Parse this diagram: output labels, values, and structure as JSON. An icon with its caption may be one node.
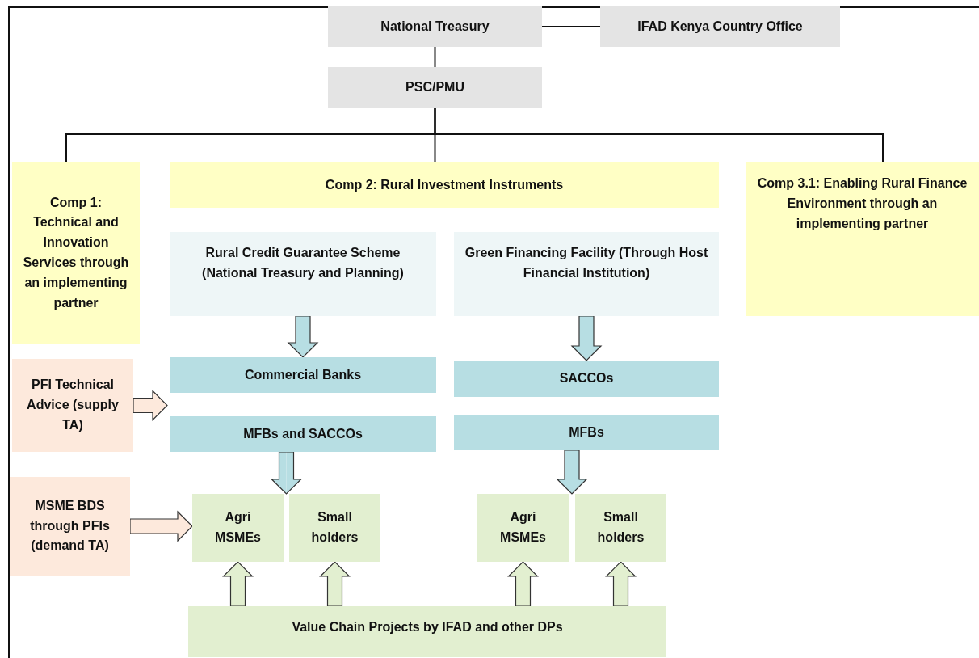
{
  "diagram": {
    "nodes": [
      {
        "text": [
          "National Treasury"
        ]
      },
      {
        "text": [
          "IFAD Kenya Country Office"
        ]
      },
      {
        "text": [
          "PSC/PMU"
        ]
      },
      {
        "text": [
          "Comp 1: Technical and Innovation Services through an implementing partner"
        ]
      },
      {
        "text": [
          "Comp 2: Rural Investment Instruments"
        ]
      },
      {
        "text": [
          "Comp 3.1: Enabling Rural Finance Environment through an implementing partner"
        ]
      },
      {
        "text": [
          "Rural Credit Guarantee Scheme (National Treasury and Planning)"
        ]
      },
      {
        "text": [
          "Green Financing Facility (Through Host Financial Institution)"
        ]
      },
      {
        "text": [
          "Commercial Banks"
        ]
      },
      {
        "text": [
          "MFBs and SACCOs"
        ]
      },
      {
        "text": [
          "SACCOs"
        ]
      },
      {
        "text": [
          "MFBs"
        ]
      },
      {
        "text": [
          "PFI Technical Advice (supply TA)"
        ]
      },
      {
        "text": [
          "MSME BDS through PFIs (demand TA)"
        ]
      },
      {
        "text": [
          "Agri MSMEs"
        ]
      },
      {
        "text": [
          "Small holders"
        ]
      },
      {
        "text": [
          "Agri MSMEs"
        ]
      },
      {
        "text": [
          "Small holders"
        ]
      },
      {
        "text": [
          "Value Chain Projects by IFAD and other DPs"
        ]
      }
    ],
    "edges": [
      {
        "from": 0,
        "to": 1,
        "arrow": "none"
      },
      {
        "from": 0,
        "to": 2,
        "arrow": "none"
      },
      {
        "from": 2,
        "to": 3,
        "arrow": "none"
      },
      {
        "from": 2,
        "to": 4,
        "arrow": "none"
      },
      {
        "from": 2,
        "to": 5,
        "arrow": "none"
      },
      {
        "from": 6,
        "to": 8,
        "arrow": "to",
        "style": "thick",
        "color": "#b7dee3"
      },
      {
        "from": 7,
        "to": 10,
        "arrow": "to",
        "style": "thick",
        "color": "#b7dee3"
      },
      {
        "from": 9,
        "to": 14,
        "arrow": "to",
        "style": "thick",
        "color": "#b7dee3"
      },
      {
        "from": 9,
        "to": 15,
        "arrow": "to",
        "style": "thick",
        "color": "#b7dee3"
      },
      {
        "from": 11,
        "to": 16,
        "arrow": "to",
        "style": "thick",
        "color": "#b7dee3"
      },
      {
        "from": 11,
        "to": 17,
        "arrow": "to",
        "style": "thick",
        "color": "#b7dee3"
      },
      {
        "from": 12,
        "to": null,
        "arrow": "to",
        "style": "thick",
        "color": "#fde9dc"
      },
      {
        "from": 13,
        "to": 14,
        "arrow": "to",
        "style": "thick",
        "color": "#fde9dc"
      },
      {
        "from": 18,
        "to": 14,
        "arrow": "to",
        "style": "thick",
        "color": "#e2efd0"
      },
      {
        "from": 18,
        "to": 15,
        "arrow": "to",
        "style": "thick",
        "color": "#e2efd0"
      },
      {
        "from": 18,
        "to": 16,
        "arrow": "to",
        "style": "thick",
        "color": "#e2efd0"
      },
      {
        "from": 18,
        "to": 17,
        "arrow": "to",
        "style": "thick",
        "color": "#e2efd0"
      }
    ]
  }
}
